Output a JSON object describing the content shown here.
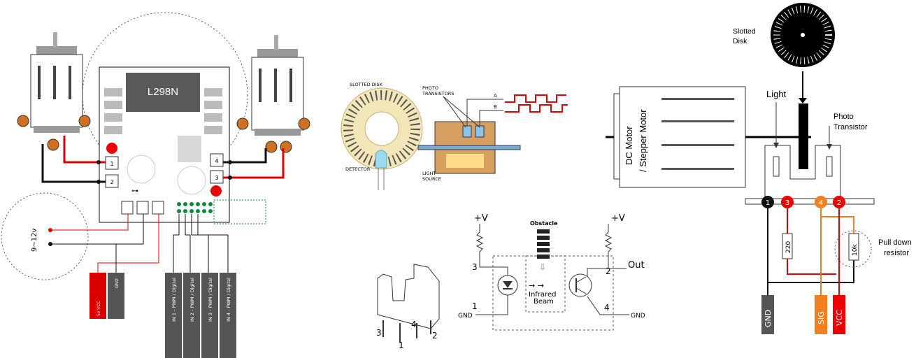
{
  "driver": {
    "chip_label": "L298N",
    "power_label": "9~12v",
    "pins": [
      "5v VCC",
      "GND",
      "IN 1 - PWM / Digital",
      "IN 2 - PWM / Digital",
      "IN 3 - PWM / Digital",
      "IN 4 - PWM / Digital"
    ],
    "terminal_marks": [
      "1",
      "2",
      "4",
      "3"
    ]
  },
  "encoder": {
    "disk_label": "SLOTTED DISK",
    "phototransistors_label_1": "PHOTO",
    "phototransistors_label_2": "TRANSISTORS",
    "detector_label": "DETECTOR",
    "light_source_label_1": "LIGHT",
    "light_source_label_2": "SOURCE",
    "channel_a": "A",
    "channel_b": "B"
  },
  "sensor": {
    "vplus_left": "+V",
    "vplus_right": "+V",
    "obstacle": "Obstacle",
    "beam_1": "Infrared",
    "beam_2": "Beam",
    "out": "Out",
    "gnd_left": "GND",
    "gnd_right": "GND",
    "pin_1": "1",
    "pin_2": "2",
    "pin_3": "3",
    "pin_4": "4",
    "body_pin_3": "3",
    "body_pin_4": "4",
    "body_pin_1": "1",
    "body_pin_2": "2"
  },
  "motor_module": {
    "slotted_disk_1": "Slotted",
    "slotted_disk_2": "Disk",
    "light": "Light",
    "photo_1": "Photo",
    "photo_2": "Transistor",
    "motor_1": "DC Motor",
    "motor_2": "/ Stepper Motor",
    "pull_down_1": "Pull down",
    "pull_down_2": "resistor",
    "r1": "220",
    "r2": "10k",
    "pins": [
      "1",
      "3",
      "4",
      "2"
    ],
    "gnd": "GND",
    "sig": "SIG",
    "vcc": "VCC"
  }
}
